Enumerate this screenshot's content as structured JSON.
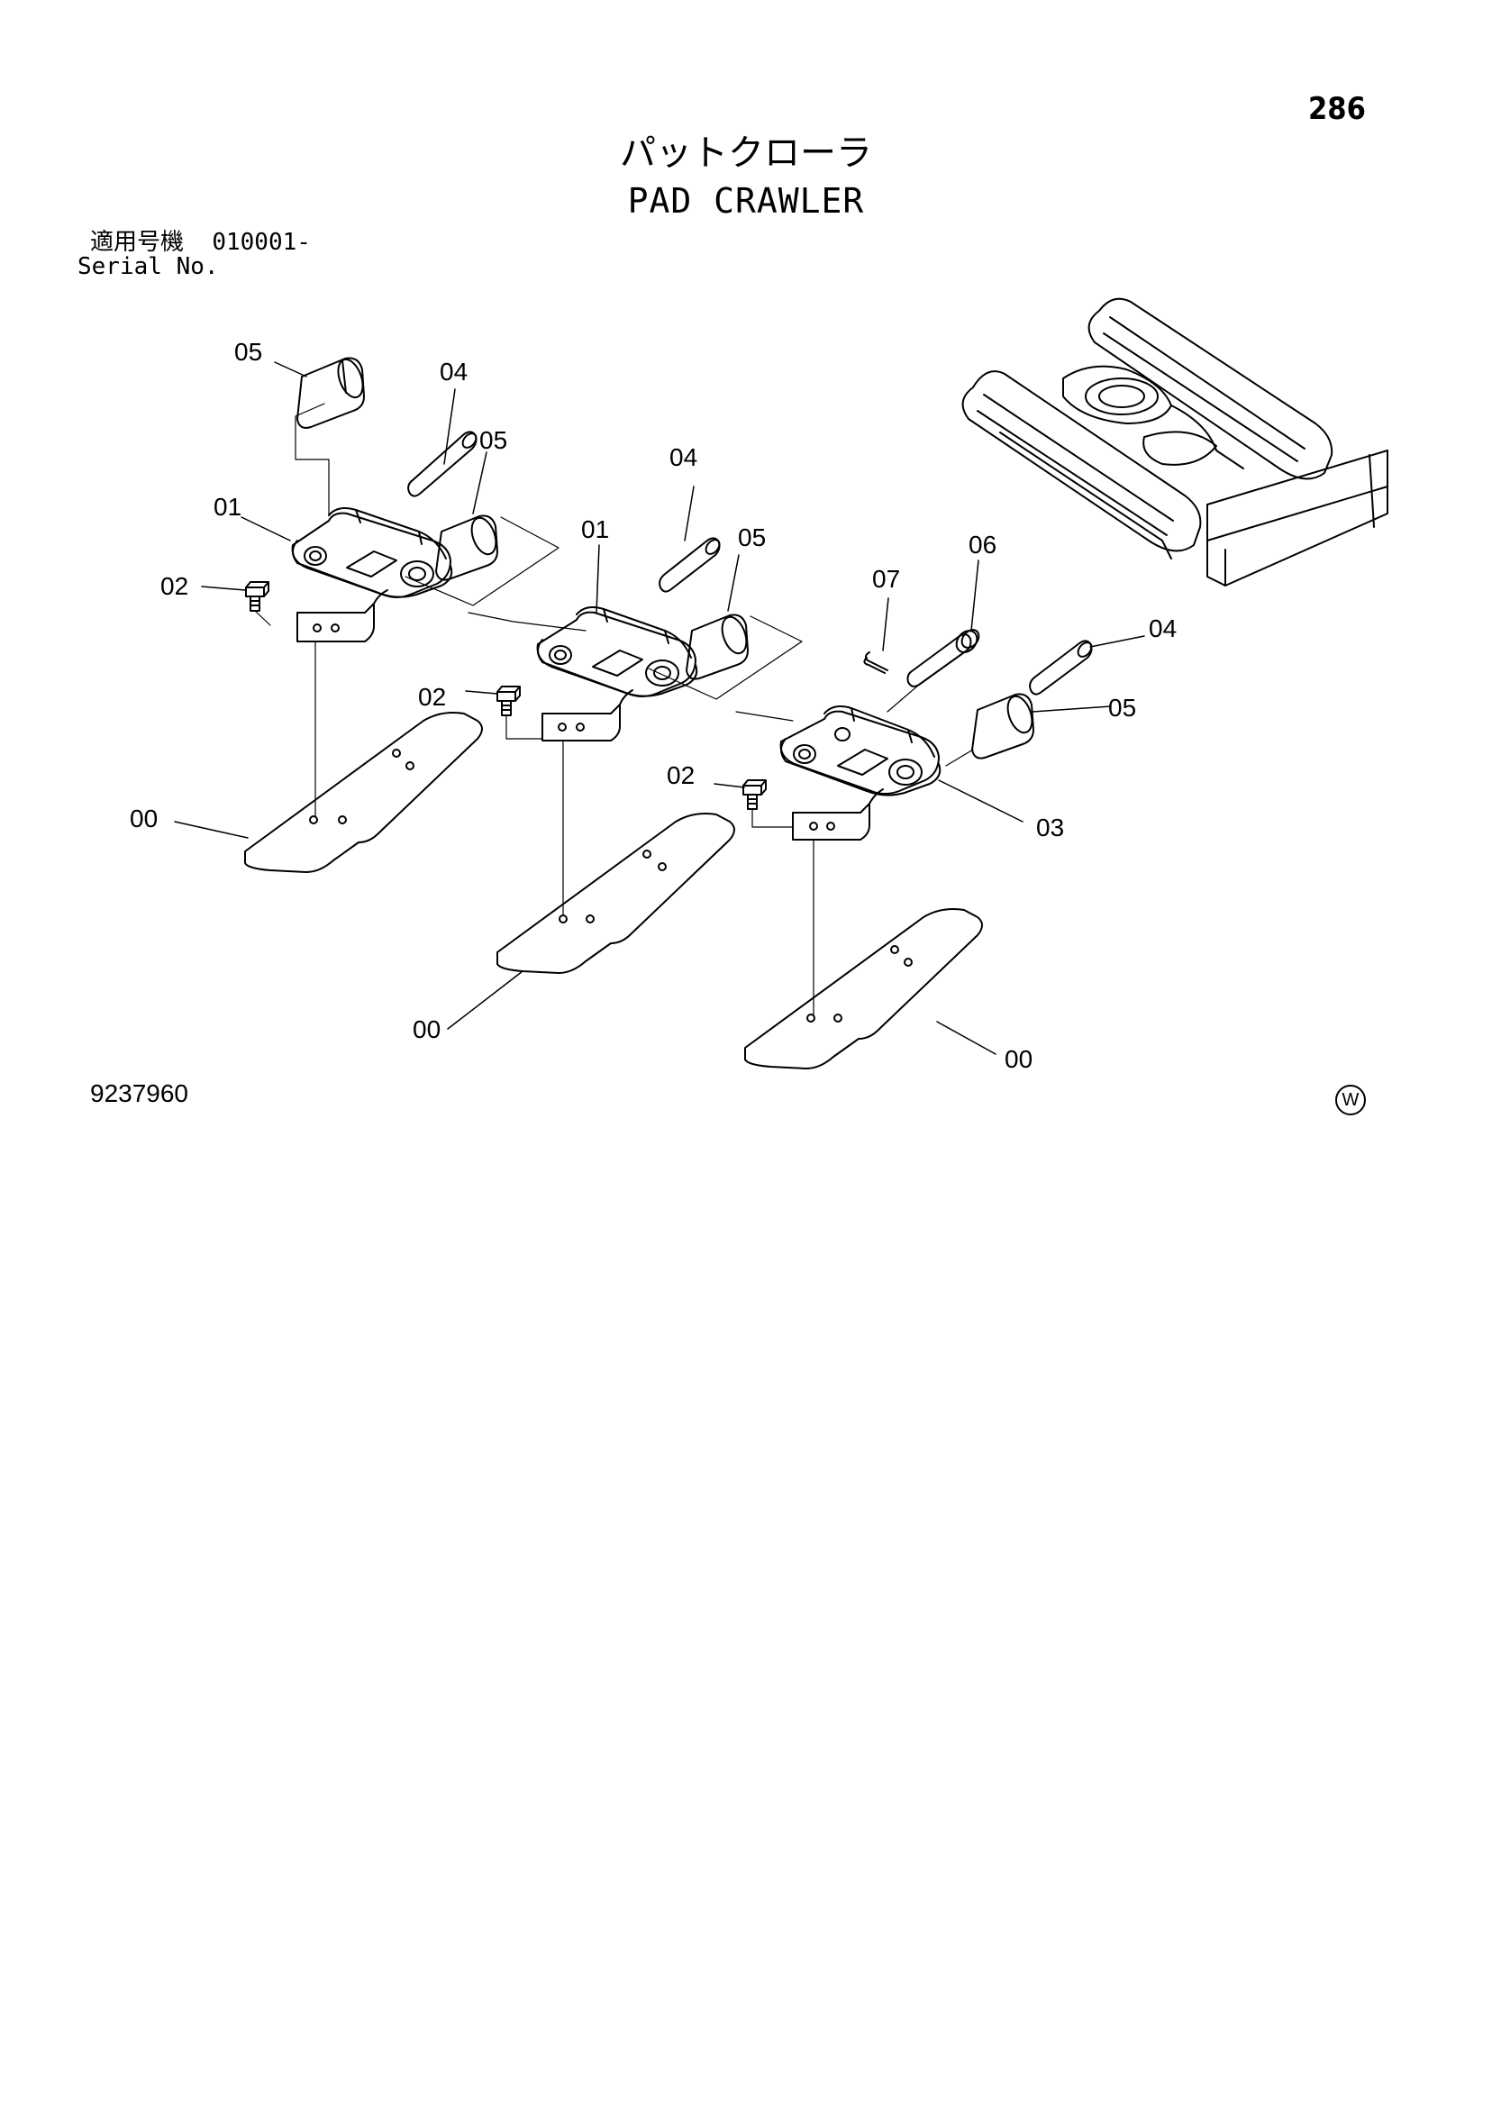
{
  "header": {
    "page_number": "286",
    "title_jp": "パットクローラ",
    "title_en": "PAD CRAWLER"
  },
  "serial": {
    "label_jp": "適用号機",
    "value": "010001-",
    "label_en": "Serial No."
  },
  "callouts": {
    "c05a": "05",
    "c04a": "04",
    "c05b": "05",
    "c01a": "01",
    "c02a": "02",
    "c04b": "04",
    "c01b": "01",
    "c05c": "05",
    "c07": "07",
    "c06": "06",
    "c04c": "04",
    "c02b": "02",
    "c05d": "05",
    "c02c": "02",
    "c03": "03",
    "c00a": "00",
    "c00b": "00",
    "c00c": "00"
  },
  "footer": {
    "drawing_number": "9237960",
    "mark": "W"
  }
}
